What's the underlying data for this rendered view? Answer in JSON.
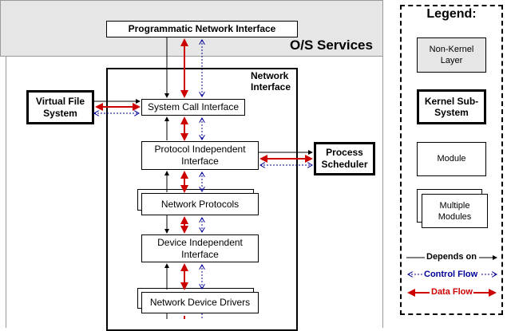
{
  "diagram": {
    "programmatic_interface": "Programmatic Network Interface",
    "os_services": "O/S Services",
    "network_interface_title": [
      "Network",
      "Interface"
    ],
    "virtual_file_system": [
      "Virtual File",
      "System"
    ],
    "system_call_interface": "System Call Interface",
    "protocol_independent_interface": [
      "Protocol Independent",
      "Interface"
    ],
    "process_scheduler": [
      "Process",
      "Scheduler"
    ],
    "network_protocols": "Network Protocols",
    "device_independent_interface": [
      "Device Independent",
      "Interface"
    ],
    "network_device_drivers": "Network Device Drivers"
  },
  "legend": {
    "title": "Legend:",
    "non_kernel": [
      "Non-Kernel",
      "Layer"
    ],
    "kernel_subsystem": [
      "Kernel Sub-",
      "System"
    ],
    "module": "Module",
    "multiple_modules": [
      "Multiple",
      "Modules"
    ],
    "depends_on": "Depends on",
    "control_flow": "Control Flow",
    "data_flow": "Data Flow"
  },
  "colors": {
    "os_band": "#e6e6e6",
    "data_flow": "#cc0000",
    "control_flow": "#000099",
    "depends_on": "#000000"
  }
}
